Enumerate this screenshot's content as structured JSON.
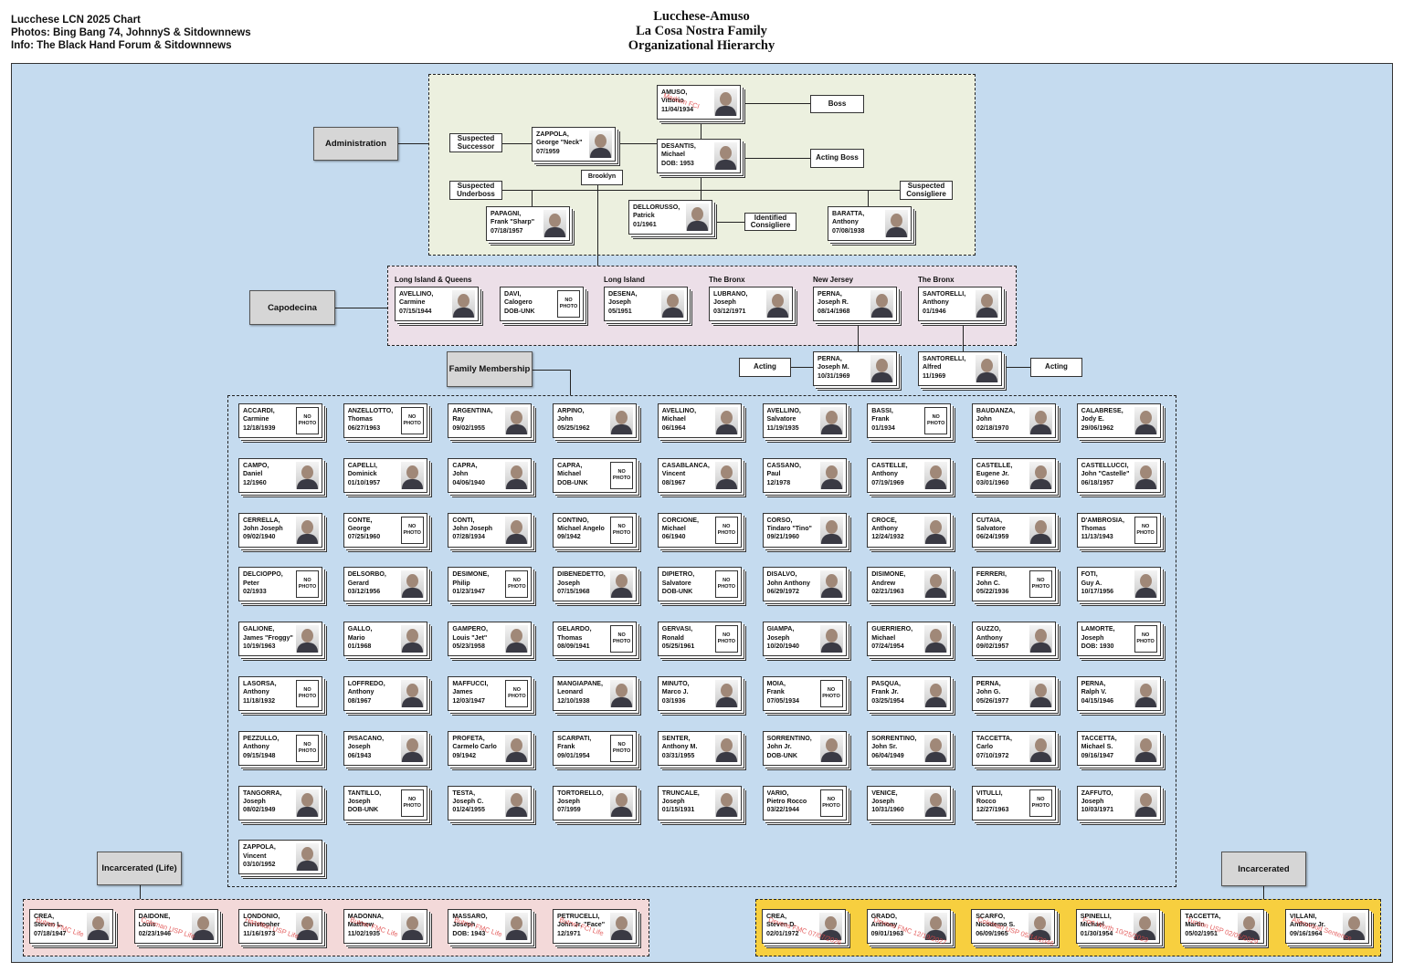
{
  "header": {
    "credit1": "Lucchese LCN 2025 Chart",
    "credit2": "Photos: Bing Bang 74, JohnnyS & Sitdownnews",
    "credit3": "Info: The Black Hand Forum & Sitdownnews",
    "title1": "Lucchese-Amuso",
    "title2": "La Cosa Nostra Family",
    "title3": "Organizational Hierarchy"
  },
  "sections": {
    "administration": "Administration",
    "capodecina": "Capodecina",
    "family_membership": "Family Membership",
    "incarcerated_life": "Incarcerated (Life)",
    "incarcerated": "Incarcerated"
  },
  "labels": {
    "boss": "Boss",
    "acting_boss": "Acting Boss",
    "suspected_successor": "Suspected Successor",
    "suspected_underboss": "Suspected Underboss",
    "suspected_consigliere": "Suspected Consigliere",
    "identified_consigliere": "Identified Consigliere",
    "brooklyn": "Brooklyn",
    "acting": "Acting",
    "no_photo": "NO PHOTO"
  },
  "administration": [
    {
      "id": "amuso",
      "l1": "AMUSO,",
      "l2": "Vittorio",
      "l3": "11/04/1934",
      "photo": true,
      "note": "Medium FCI"
    },
    {
      "id": "zappola",
      "l1": "ZAPPOLA,",
      "l2": "George \"Neck\"",
      "l3": "07/1959",
      "photo": true
    },
    {
      "id": "desantis",
      "l1": "DESANTIS,",
      "l2": "Michael",
      "l3": "DOB: 1953",
      "photo": true
    },
    {
      "id": "papagni",
      "l1": "PAPAGNI,",
      "l2": "Frank \"Sharp\"",
      "l3": "07/18/1957",
      "photo": true
    },
    {
      "id": "dellorusso",
      "l1": "DELLORUSSO,",
      "l2": "Patrick",
      "l3": "01/1961",
      "photo": true
    },
    {
      "id": "baratta",
      "l1": "BARATTA,",
      "l2": "Anthony",
      "l3": "07/08/1938",
      "photo": true
    }
  ],
  "capodecina": [
    {
      "territory": "Long Island & Queens",
      "l1": "AVELLINO,",
      "l2": "Carmine",
      "l3": "07/15/1944",
      "photo": true
    },
    {
      "territory": "",
      "l1": "DAVI,",
      "l2": "Calogero",
      "l3": "DOB-UNK",
      "photo": false
    },
    {
      "territory": "Long Island",
      "l1": "DESENA,",
      "l2": "Joseph",
      "l3": "05/1951",
      "photo": true
    },
    {
      "territory": "The Bronx",
      "l1": "LUBRANO,",
      "l2": "Joseph",
      "l3": "03/12/1971",
      "photo": true
    },
    {
      "territory": "New Jersey",
      "l1": "PERNA,",
      "l2": "Joseph R.",
      "l3": "08/14/1968",
      "photo": true
    },
    {
      "territory": "The Bronx",
      "l1": "SANTORELLI,",
      "l2": "Anthony",
      "l3": "01/1946",
      "photo": true
    }
  ],
  "acting_capos": [
    {
      "l1": "PERNA,",
      "l2": "Joseph M.",
      "l3": "10/31/1969",
      "photo": true
    },
    {
      "l1": "SANTORELLI,",
      "l2": "Alfred",
      "l3": "11/1969",
      "photo": true
    }
  ],
  "members": [
    {
      "l1": "ACCARDI,",
      "l2": "Carmine",
      "l3": "12/18/1939",
      "photo": false
    },
    {
      "l1": "ANZELLOTTO,",
      "l2": "Thomas",
      "l3": "06/27/1963",
      "photo": false
    },
    {
      "l1": "ARGENTINA,",
      "l2": "Ray",
      "l3": "09/02/1955",
      "photo": true
    },
    {
      "l1": "ARPINO,",
      "l2": "John",
      "l3": "05/25/1962",
      "photo": true
    },
    {
      "l1": "AVELLINO,",
      "l2": "Michael",
      "l3": "06/1964",
      "photo": true
    },
    {
      "l1": "AVELLINO,",
      "l2": "Salvatore",
      "l3": "11/19/1935",
      "photo": true
    },
    {
      "l1": "BASSI,",
      "l2": "Frank",
      "l3": "01/1934",
      "photo": false
    },
    {
      "l1": "BAUDANZA,",
      "l2": "John",
      "l3": "02/18/1970",
      "photo": true
    },
    {
      "l1": "CALABRESE,",
      "l2": "Jody E.",
      "l3": "29/06/1962",
      "photo": true
    },
    {
      "l1": "CAMPO,",
      "l2": "Daniel",
      "l3": "12/1960",
      "photo": true
    },
    {
      "l1": "CAPELLI,",
      "l2": "Dominick",
      "l3": "01/10/1957",
      "photo": true
    },
    {
      "l1": "CAPRA,",
      "l2": "John",
      "l3": "04/06/1940",
      "photo": true
    },
    {
      "l1": "CAPRA,",
      "l2": "Michael",
      "l3": "DOB-UNK",
      "photo": false
    },
    {
      "l1": "CASABLANCA,",
      "l2": "Vincent",
      "l3": "08/1967",
      "photo": true
    },
    {
      "l1": "CASSANO,",
      "l2": "Paul",
      "l3": "12/1978",
      "photo": true
    },
    {
      "l1": "CASTELLE,",
      "l2": "Anthony",
      "l3": "07/19/1969",
      "photo": true
    },
    {
      "l1": "CASTELLE,",
      "l2": "Eugene Jr.",
      "l3": "03/01/1960",
      "photo": true
    },
    {
      "l1": "CASTELLUCCI,",
      "l2": "John \"Castelle\"",
      "l3": "06/18/1957",
      "photo": true
    },
    {
      "l1": "CERRELLA,",
      "l2": "John Joseph",
      "l3": "09/02/1940",
      "photo": true
    },
    {
      "l1": "CONTE,",
      "l2": "George",
      "l3": "07/25/1960",
      "photo": false
    },
    {
      "l1": "CONTI,",
      "l2": "John Joseph",
      "l3": "07/28/1934",
      "photo": true
    },
    {
      "l1": "CONTINO,",
      "l2": "Michael Angelo",
      "l3": "09/1942",
      "photo": false
    },
    {
      "l1": "CORCIONE,",
      "l2": "Michael",
      "l3": "06/1940",
      "photo": false
    },
    {
      "l1": "CORSO,",
      "l2": "Tindaro \"Tino\"",
      "l3": "09/21/1960",
      "photo": true
    },
    {
      "l1": "CROCE,",
      "l2": "Anthony",
      "l3": "12/24/1932",
      "photo": true
    },
    {
      "l1": "CUTAIA,",
      "l2": "Salvatore",
      "l3": "06/24/1959",
      "photo": true
    },
    {
      "l1": "D'AMBROSIA,",
      "l2": "Thomas",
      "l3": "11/13/1943",
      "photo": false
    },
    {
      "l1": "DELCIOPPO,",
      "l2": "Peter",
      "l3": "02/1933",
      "photo": false
    },
    {
      "l1": "DELSORBO,",
      "l2": "Gerard",
      "l3": "03/12/1956",
      "photo": true
    },
    {
      "l1": "DESIMONE,",
      "l2": "Philip",
      "l3": "01/23/1947",
      "photo": false
    },
    {
      "l1": "DIBENEDETTO,",
      "l2": "Joseph",
      "l3": "07/15/1968",
      "photo": true
    },
    {
      "l1": "DIPIETRO,",
      "l2": "Salvatore",
      "l3": "DOB-UNK",
      "photo": false
    },
    {
      "l1": "DISALVO,",
      "l2": "John Anthony",
      "l3": "06/29/1972",
      "photo": true
    },
    {
      "l1": "DISIMONE,",
      "l2": "Andrew",
      "l3": "02/21/1963",
      "photo": true
    },
    {
      "l1": "FERRERI,",
      "l2": "John C.",
      "l3": "05/22/1936",
      "photo": false
    },
    {
      "l1": "FOTI,",
      "l2": "Guy A.",
      "l3": "10/17/1956",
      "photo": true
    },
    {
      "l1": "GALIONE,",
      "l2": "James \"Froggy\"",
      "l3": "10/19/1963",
      "photo": true
    },
    {
      "l1": "GALLO,",
      "l2": "Mario",
      "l3": "01/1968",
      "photo": true
    },
    {
      "l1": "GAMPERO,",
      "l2": "Louis \"Jet\"",
      "l3": "05/23/1958",
      "photo": true
    },
    {
      "l1": "GELARDO,",
      "l2": "Thomas",
      "l3": "08/09/1941",
      "photo": false
    },
    {
      "l1": "GERVASI,",
      "l2": "Ronald",
      "l3": "05/25/1961",
      "photo": false
    },
    {
      "l1": "GIAMPA,",
      "l2": "Joseph",
      "l3": "10/20/1940",
      "photo": true
    },
    {
      "l1": "GUERRIERO,",
      "l2": "Michael",
      "l3": "07/24/1954",
      "photo": true
    },
    {
      "l1": "GUZZO,",
      "l2": "Anthony",
      "l3": "09/02/1957",
      "photo": true
    },
    {
      "l1": "LAMORTE,",
      "l2": "Joseph",
      "l3": "DOB: 1930",
      "photo": false
    },
    {
      "l1": "LASORSA,",
      "l2": "Anthony",
      "l3": "11/18/1932",
      "photo": false
    },
    {
      "l1": "LOFFREDO,",
      "l2": "Anthony",
      "l3": "08/1967",
      "photo": true
    },
    {
      "l1": "MAFFUCCI,",
      "l2": "James",
      "l3": "12/03/1947",
      "photo": false
    },
    {
      "l1": "MANGIAPANE,",
      "l2": "Leonard",
      "l3": "12/10/1938",
      "photo": true
    },
    {
      "l1": "MINUTO,",
      "l2": "Marco J.",
      "l3": "03/1936",
      "photo": true
    },
    {
      "l1": "MOIA,",
      "l2": "Frank",
      "l3": "07/05/1934",
      "photo": false
    },
    {
      "l1": "PASQUA,",
      "l2": "Frank Jr.",
      "l3": "03/25/1954",
      "photo": true
    },
    {
      "l1": "PERNA,",
      "l2": "John G.",
      "l3": "05/26/1977",
      "photo": true
    },
    {
      "l1": "PERNA,",
      "l2": "Ralph V.",
      "l3": "04/15/1946",
      "photo": true
    },
    {
      "l1": "PEZZULLO,",
      "l2": "Anthony",
      "l3": "09/15/1948",
      "photo": false
    },
    {
      "l1": "PISACANO,",
      "l2": "Joseph",
      "l3": "06/1943",
      "photo": true
    },
    {
      "l1": "PROFETA,",
      "l2": "Carmelo Carlo",
      "l3": "09/1942",
      "photo": true
    },
    {
      "l1": "SCARPATI,",
      "l2": "Frank",
      "l3": "09/01/1954",
      "photo": false
    },
    {
      "l1": "SENTER,",
      "l2": "Anthony M.",
      "l3": "03/31/1955",
      "photo": true
    },
    {
      "l1": "SORRENTINO,",
      "l2": "John Jr.",
      "l3": "DOB-UNK",
      "photo": true
    },
    {
      "l1": "SORRENTINO,",
      "l2": "John Sr.",
      "l3": "06/04/1949",
      "photo": true
    },
    {
      "l1": "TACCETTA,",
      "l2": "Carlo",
      "l3": "07/10/1972",
      "photo": true
    },
    {
      "l1": "TACCETTA,",
      "l2": "Michael S.",
      "l3": "09/16/1947",
      "photo": true
    },
    {
      "l1": "TANGORRA,",
      "l2": "Joseph",
      "l3": "08/02/1949",
      "photo": true
    },
    {
      "l1": "TANTILLO,",
      "l2": "Joseph",
      "l3": "DOB-UNK",
      "photo": false
    },
    {
      "l1": "TESTA,",
      "l2": "Joseph C.",
      "l3": "01/24/1955",
      "photo": true
    },
    {
      "l1": "TORTORELLO,",
      "l2": "Joseph",
      "l3": "07/1959",
      "photo": true
    },
    {
      "l1": "TRUNCALE,",
      "l2": "Joseph",
      "l3": "01/15/1931",
      "photo": true
    },
    {
      "l1": "VARIO,",
      "l2": "Pietro Rocco",
      "l3": "03/22/1944",
      "photo": false
    },
    {
      "l1": "VENICE,",
      "l2": "Joseph",
      "l3": "10/31/1960",
      "photo": true
    },
    {
      "l1": "VITULLI,",
      "l2": "Rocco",
      "l3": "12/27/1963",
      "photo": false
    },
    {
      "l1": "ZAFFUTO,",
      "l2": "Joseph",
      "l3": "10/03/1971",
      "photo": true
    },
    {
      "l1": "ZAPPOLA,",
      "l2": "Vincent",
      "l3": "03/10/1952",
      "photo": true
    }
  ],
  "incarcerated_life": [
    {
      "l1": "CREA,",
      "l2": "Steven L.",
      "l3": "07/18/1947",
      "photo": true,
      "note": "Butner FMC Life"
    },
    {
      "l1": "DAIDONE,",
      "l2": "Louis",
      "l3": "02/23/1946",
      "photo": true,
      "note": "Coleman USP Life"
    },
    {
      "l1": "LONDONIO,",
      "l2": "Christopher",
      "l3": "11/16/1973",
      "photo": true,
      "note": "Hazelton USP Life"
    },
    {
      "l1": "MADONNA,",
      "l2": "Matthew",
      "l3": "11/02/1935",
      "photo": true,
      "note": "Butner FMC Life"
    },
    {
      "l1": "MASSARO,",
      "l2": "Joseph",
      "l3": "DOB: 1943",
      "photo": true,
      "note": "Butner FMC Life"
    },
    {
      "l1": "PETRUCELLI,",
      "l2": "John Jr. \"Face\"",
      "l3": "12/1971",
      "photo": true,
      "note": "Butner FCI Life"
    }
  ],
  "incarcerated": [
    {
      "l1": "CREA,",
      "l2": "Steven D.",
      "l3": "02/01/1972",
      "photo": true,
      "note": "Devens FMC 07/07/2026"
    },
    {
      "l1": "GRADO,",
      "l2": "Anthony",
      "l3": "09/01/1963",
      "photo": true,
      "note": "Devens FMC 12/19/2027"
    },
    {
      "l1": "SCARFO,",
      "l2": "Nicodemo S.",
      "l3": "06/09/1965",
      "photo": true,
      "note": "Coleman USP 05/14/2046"
    },
    {
      "l1": "SPINELLI,",
      "l2": "Michael",
      "l3": "01/30/1954",
      "photo": true,
      "note": "Fort Worth 10/25/2029"
    },
    {
      "l1": "TACCETTA,",
      "l2": "Martin",
      "l3": "05/02/1951",
      "photo": true,
      "note": "Tucson USP 02/05/2029"
    },
    {
      "l1": "VILLANI,",
      "l2": "Anthony Jr.",
      "l3": "09/16/1964",
      "photo": true,
      "note": "Allenwood Sentence"
    }
  ]
}
